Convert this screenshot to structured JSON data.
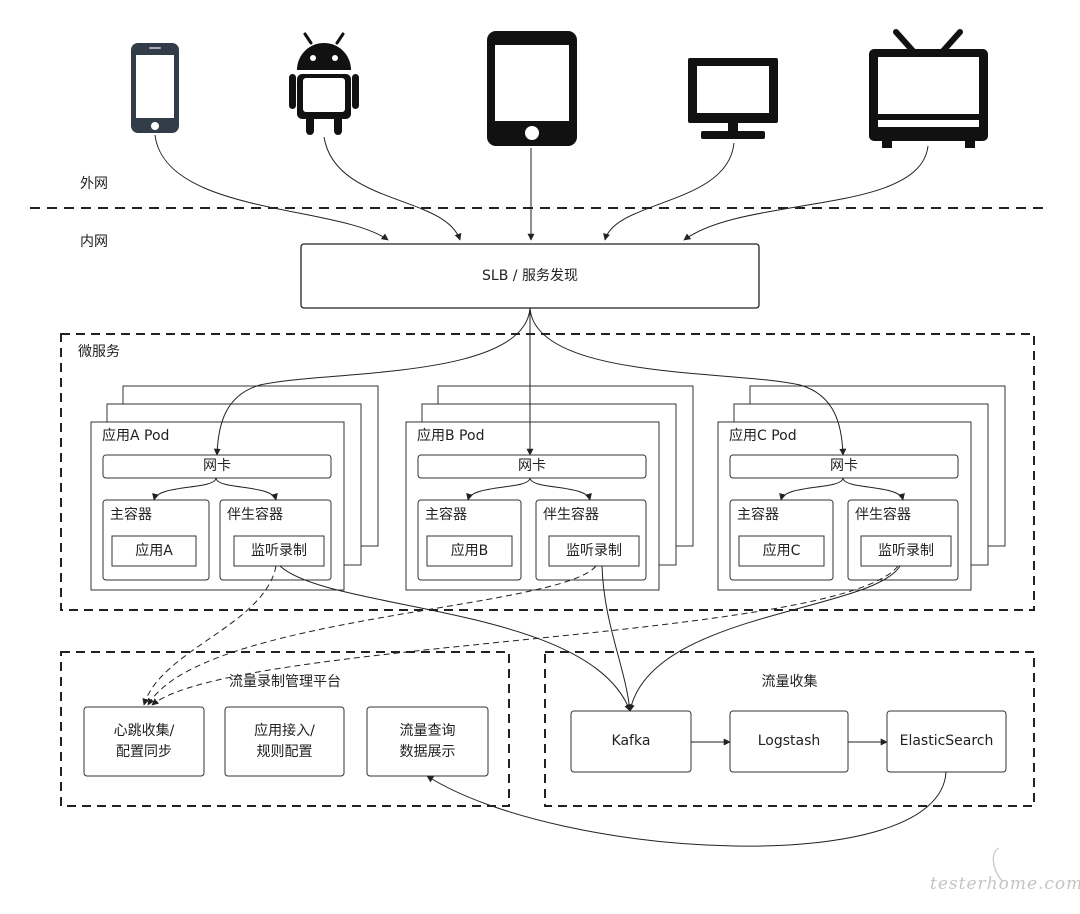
{
  "zones": {
    "external": "外网",
    "internal": "内网"
  },
  "slb": "SLB / 服务发现",
  "microservices": {
    "title": "微服务",
    "pods": [
      {
        "title": "应用A Pod",
        "nic": "网卡",
        "main_container": "主容器",
        "sidecar_container": "伴生容器",
        "app": "应用A",
        "listener": "监听录制"
      },
      {
        "title": "应用B Pod",
        "nic": "网卡",
        "main_container": "主容器",
        "sidecar_container": "伴生容器",
        "app": "应用B",
        "listener": "监听录制"
      },
      {
        "title": "应用C Pod",
        "nic": "网卡",
        "main_container": "主容器",
        "sidecar_container": "伴生容器",
        "app": "应用C",
        "listener": "监听录制"
      }
    ]
  },
  "platform": {
    "title": "流量录制管理平台",
    "items": [
      "心跳收集/\n配置同步",
      "应用接入/\n规则配置",
      "流量查询\n数据展示"
    ]
  },
  "collection": {
    "title": "流量收集",
    "items": [
      "Kafka",
      "Logstash",
      "ElasticSearch"
    ]
  },
  "clients": [
    {
      "icon": "iphone-icon"
    },
    {
      "icon": "android-icon"
    },
    {
      "icon": "tablet-icon"
    },
    {
      "icon": "desktop-monitor-icon"
    },
    {
      "icon": "tv-icon"
    }
  ],
  "watermark": "testerhome.com"
}
